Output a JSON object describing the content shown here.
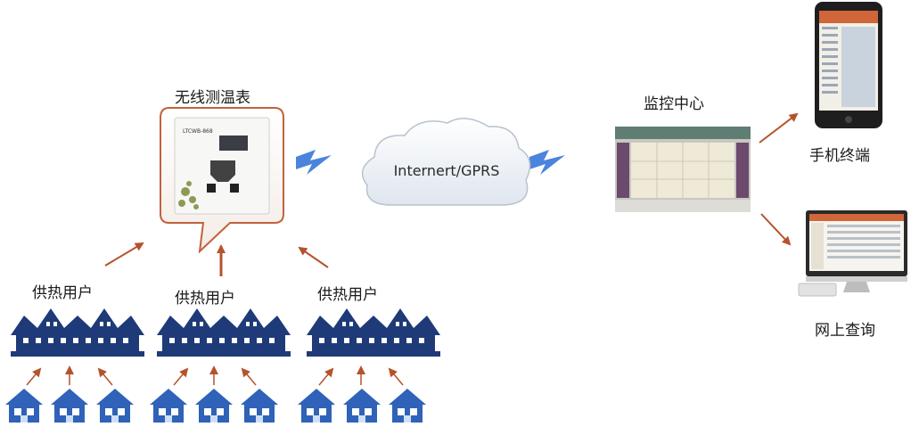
{
  "labels": {
    "meter_title": "无线测温表",
    "device_model": "LTCWB-868",
    "cloud": "Internert/GPRS",
    "monitor_center": "监控中心",
    "mobile": "手机终端",
    "web": "网上查询",
    "user_groups": [
      "供热用户",
      "供热用户",
      "供热用户"
    ]
  },
  "colors": {
    "arrow": "#b5532c",
    "house": "#1f3a78",
    "house_small": "#2f62b8",
    "bolt": "#2b6fd6",
    "bubble_border": "#c0623d"
  },
  "icons": [
    "meter-device-icon",
    "cloud-icon",
    "wireless-bolt-icon",
    "monitor-wall-icon",
    "smartphone-icon",
    "desktop-computer-icon",
    "apartment-block-icon",
    "small-house-icon"
  ]
}
